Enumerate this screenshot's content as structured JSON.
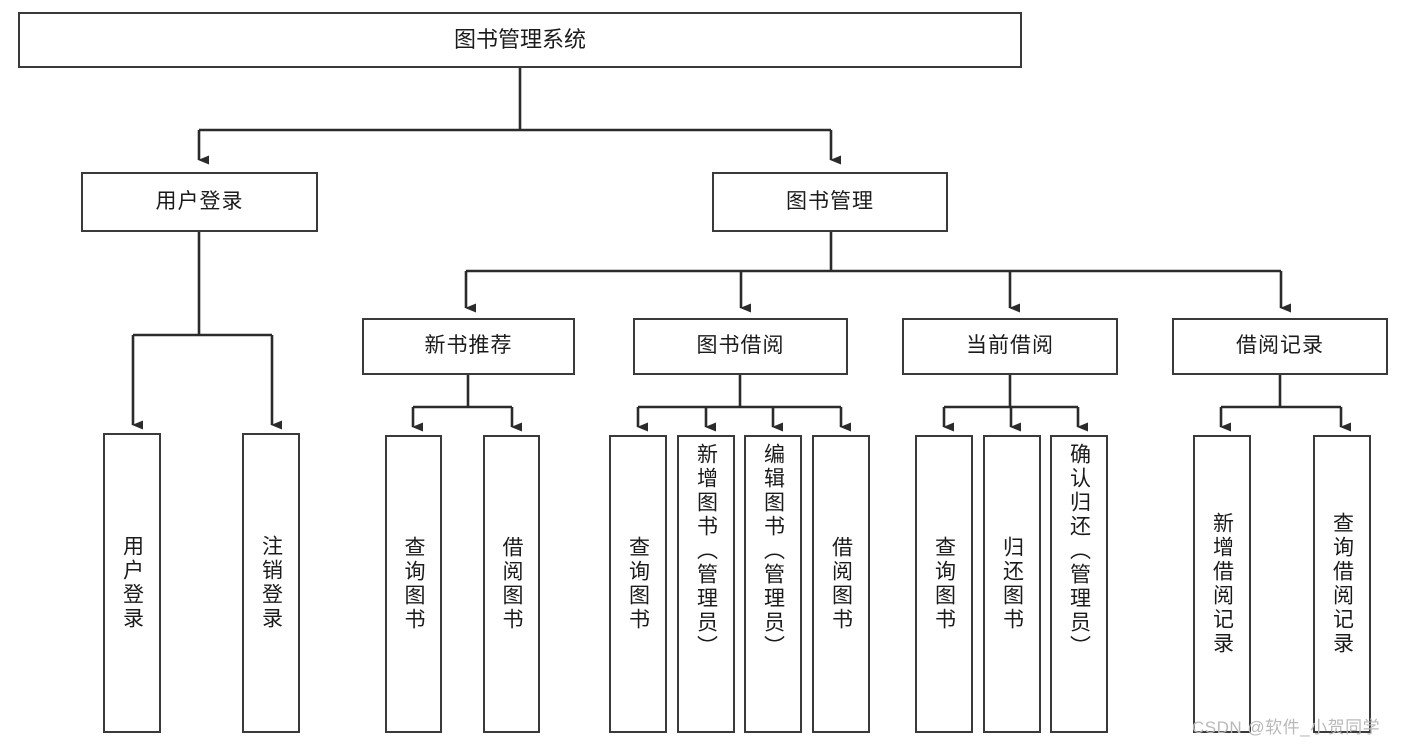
{
  "diagram": {
    "title": "图书管理系统",
    "type": "hierarchy-tree",
    "levels": 4,
    "root": {
      "label": "图书管理系统"
    },
    "level2": [
      {
        "label": "用户登录"
      },
      {
        "label": "图书管理"
      }
    ],
    "level3": [
      {
        "label": "新书推荐",
        "parent": "图书管理"
      },
      {
        "label": "图书借阅",
        "parent": "图书管理"
      },
      {
        "label": "当前借阅",
        "parent": "图书管理"
      },
      {
        "label": "借阅记录",
        "parent": "图书管理"
      }
    ],
    "leaves": {
      "user_login": [
        {
          "label": "用户登录"
        },
        {
          "label": "注销登录"
        }
      ],
      "new_book_recommend": [
        {
          "label": "查询图书"
        },
        {
          "label": "借阅图书"
        }
      ],
      "book_borrow": [
        {
          "label": "查询图书"
        },
        {
          "label": "新增图书（管理员）"
        },
        {
          "label": "编辑图书（管理员）"
        },
        {
          "label": "借阅图书"
        }
      ],
      "current_borrow": [
        {
          "label": "查询图书"
        },
        {
          "label": "归还图书"
        },
        {
          "label": "确认归还（管理员）"
        }
      ],
      "borrow_record": [
        {
          "label": "新增借阅记录"
        },
        {
          "label": "查询借阅记录"
        }
      ]
    }
  },
  "watermark": {
    "text": "CSDN @软件_小贺同学"
  },
  "colors": {
    "background": "#ffffff",
    "box_border": "#3a3a3a",
    "box_fill": "#ffffff",
    "text": "#1b1b1b",
    "connector": "#2b2b2b",
    "watermark": "#b9b9b9"
  }
}
